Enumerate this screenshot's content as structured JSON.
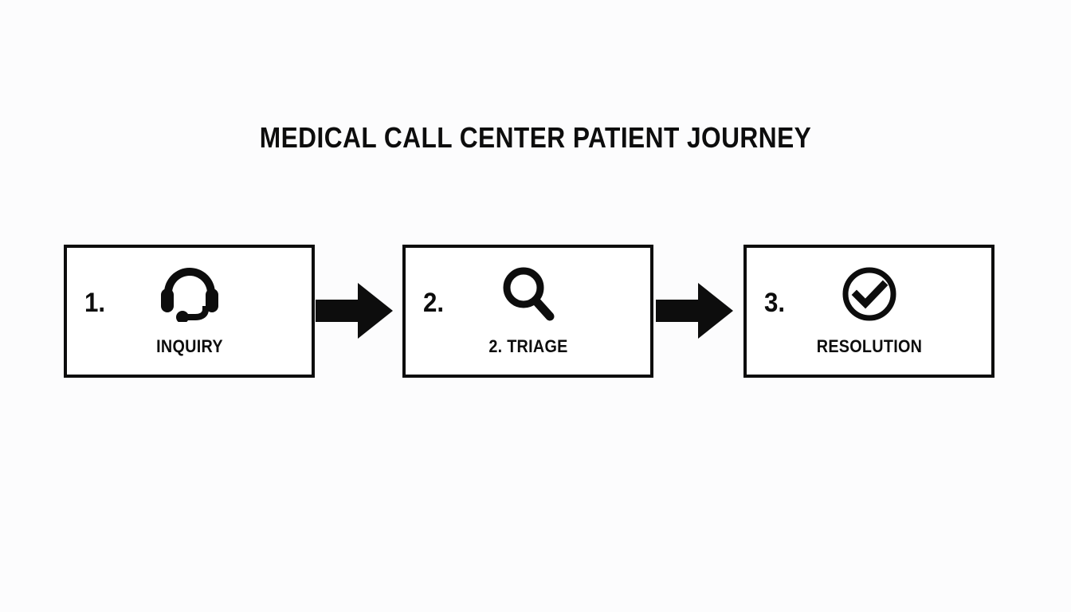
{
  "background_color": "#fcfcfd",
  "accent_color": "#0d0d0d",
  "header": {
    "title": "MEDICAL CALL CENTER PATIENT JOURNEY"
  },
  "diagram": {
    "type": "horizontal-process-flow",
    "steps": [
      {
        "number": "1.",
        "label": "INQUIRY",
        "icon": "headset-icon"
      },
      {
        "number": "2.",
        "label": "2. TRIAGE",
        "icon": "magnifier-icon"
      },
      {
        "number": "3.",
        "label": "RESOLUTION",
        "icon": "check-circle-icon"
      }
    ],
    "connectors": [
      {
        "icon": "arrow-right-icon"
      },
      {
        "icon": "arrow-right-icon"
      }
    ]
  }
}
